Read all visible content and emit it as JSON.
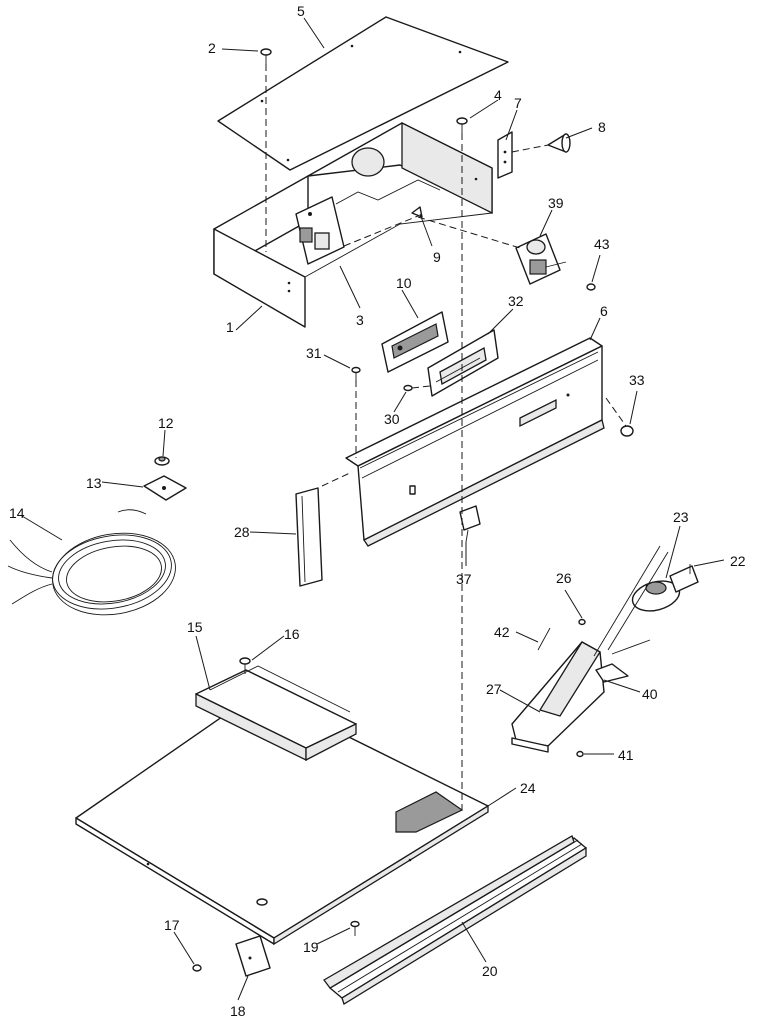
{
  "callouts": [
    {
      "id": "c1",
      "label": "1"
    },
    {
      "id": "c2",
      "label": "2"
    },
    {
      "id": "c3",
      "label": "3"
    },
    {
      "id": "c4",
      "label": "4"
    },
    {
      "id": "c5",
      "label": "5"
    },
    {
      "id": "c6",
      "label": "6"
    },
    {
      "id": "c7",
      "label": "7"
    },
    {
      "id": "c8",
      "label": "8"
    },
    {
      "id": "c9",
      "label": "9"
    },
    {
      "id": "c10",
      "label": "10"
    },
    {
      "id": "c12",
      "label": "12"
    },
    {
      "id": "c13",
      "label": "13"
    },
    {
      "id": "c14",
      "label": "14"
    },
    {
      "id": "c15",
      "label": "15"
    },
    {
      "id": "c16",
      "label": "16"
    },
    {
      "id": "c17",
      "label": "17"
    },
    {
      "id": "c18",
      "label": "18"
    },
    {
      "id": "c19",
      "label": "19"
    },
    {
      "id": "c20",
      "label": "20"
    },
    {
      "id": "c22",
      "label": "22"
    },
    {
      "id": "c23",
      "label": "23"
    },
    {
      "id": "c24",
      "label": "24"
    },
    {
      "id": "c26",
      "label": "26"
    },
    {
      "id": "c27",
      "label": "27"
    },
    {
      "id": "c28",
      "label": "28"
    },
    {
      "id": "c30",
      "label": "30"
    },
    {
      "id": "c31",
      "label": "31"
    },
    {
      "id": "c32",
      "label": "32"
    },
    {
      "id": "c33",
      "label": "33"
    },
    {
      "id": "c37",
      "label": "37"
    },
    {
      "id": "c39",
      "label": "39"
    },
    {
      "id": "c40",
      "label": "40"
    },
    {
      "id": "c41",
      "label": "41"
    },
    {
      "id": "c42",
      "label": "42"
    },
    {
      "id": "c43",
      "label": "43"
    }
  ]
}
